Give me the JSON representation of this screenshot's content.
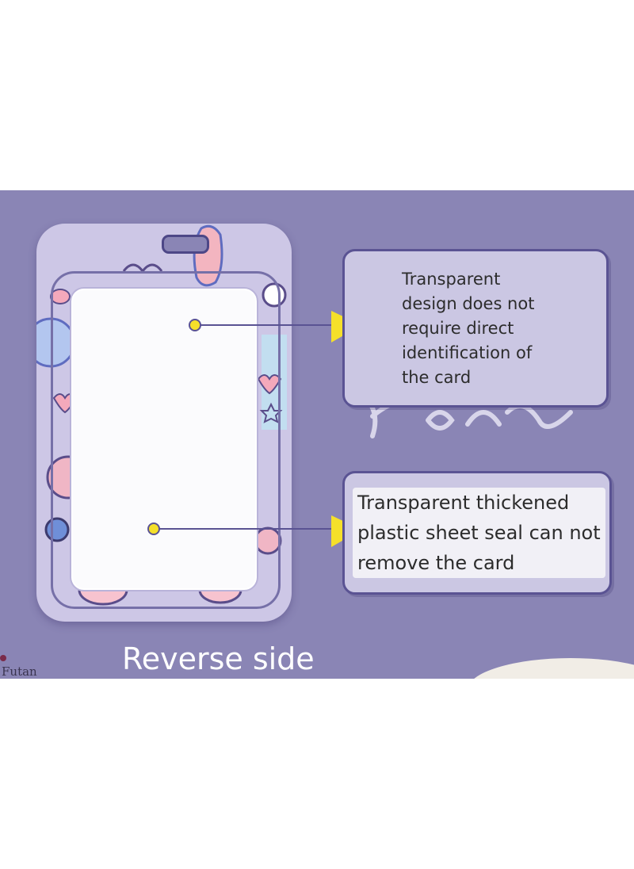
{
  "callouts": [
    {
      "text": "Transparent\ndesign does not\nrequire direct\nidentification of\nthe card"
    },
    {
      "text": "Transparent thickened\nplastic sheet seal can not\nremove the card"
    }
  ],
  "caption": "Reverse side",
  "brand": "Futan",
  "colors": {
    "background": "#8a85b5",
    "holder": "#cdc7e6",
    "callout_fill": "#cbc7e3",
    "callout_border": "#5a5393",
    "pointer_arrow": "#f5e02a",
    "pointer_line": "#5a5393"
  }
}
